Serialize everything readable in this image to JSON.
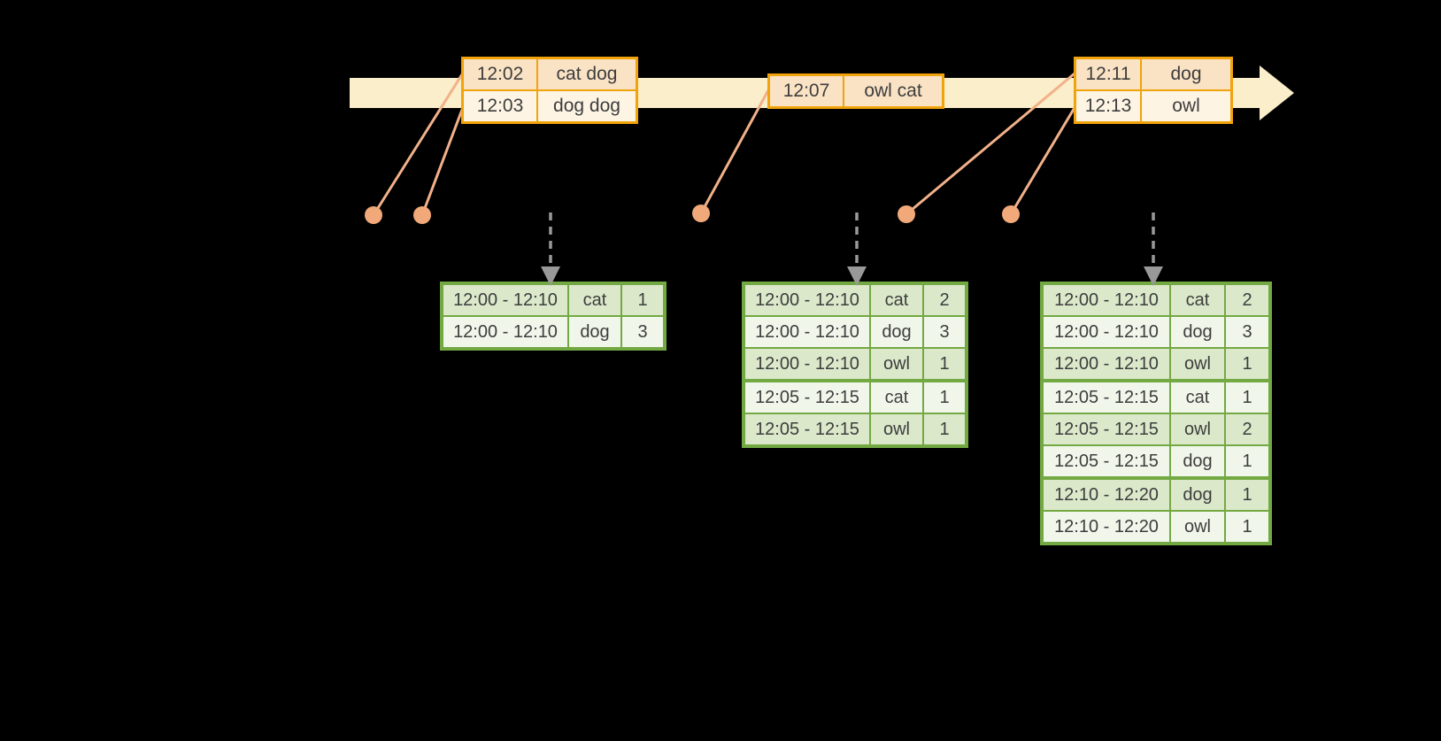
{
  "diagram": {
    "timeline_events": [
      {
        "rows": [
          {
            "time": "12:02",
            "words": "cat dog"
          },
          {
            "time": "12:03",
            "words": "dog dog"
          }
        ]
      },
      {
        "rows": [
          {
            "time": "12:07",
            "words": "owl cat"
          }
        ]
      },
      {
        "rows": [
          {
            "time": "12:11",
            "words": "dog"
          },
          {
            "time": "12:13",
            "words": "owl"
          }
        ]
      }
    ],
    "result_tables": [
      {
        "rows": [
          {
            "window": "12:00 - 12:10",
            "word": "cat",
            "count": "1"
          },
          {
            "window": "12:00 - 12:10",
            "word": "dog",
            "count": "3"
          }
        ]
      },
      {
        "rows": [
          {
            "window": "12:00 - 12:10",
            "word": "cat",
            "count": "2"
          },
          {
            "window": "12:00 - 12:10",
            "word": "dog",
            "count": "3"
          },
          {
            "window": "12:00 - 12:10",
            "word": "owl",
            "count": "1"
          },
          {
            "window": "12:05 - 12:15",
            "word": "cat",
            "count": "1"
          },
          {
            "window": "12:05 - 12:15",
            "word": "owl",
            "count": "1"
          }
        ]
      },
      {
        "rows": [
          {
            "window": "12:00 - 12:10",
            "word": "cat",
            "count": "2"
          },
          {
            "window": "12:00 - 12:10",
            "word": "dog",
            "count": "3"
          },
          {
            "window": "12:00 - 12:10",
            "word": "owl",
            "count": "1"
          },
          {
            "window": "12:05 - 12:15",
            "word": "cat",
            "count": "1"
          },
          {
            "window": "12:05 - 12:15",
            "word": "owl",
            "count": "2"
          },
          {
            "window": "12:05 - 12:15",
            "word": "dog",
            "count": "1"
          },
          {
            "window": "12:10 - 12:20",
            "word": "dog",
            "count": "1"
          },
          {
            "window": "12:10 - 12:20",
            "word": "owl",
            "count": "1"
          }
        ]
      }
    ],
    "colors": {
      "background": "#000000",
      "timeline_fill": "#FBEECB",
      "event_border": "#F0A30A",
      "event_row_peach": "#FAE2C4",
      "event_row_cream": "#FDF4E4",
      "connector": "#F2B189",
      "dot": "#F2A97A",
      "arrow_gray": "#999999",
      "table_border": "#73A942",
      "table_row_dark": "#DBE8CA",
      "table_row_light": "#F1F6EB",
      "text": "#3D3D3D"
    }
  }
}
